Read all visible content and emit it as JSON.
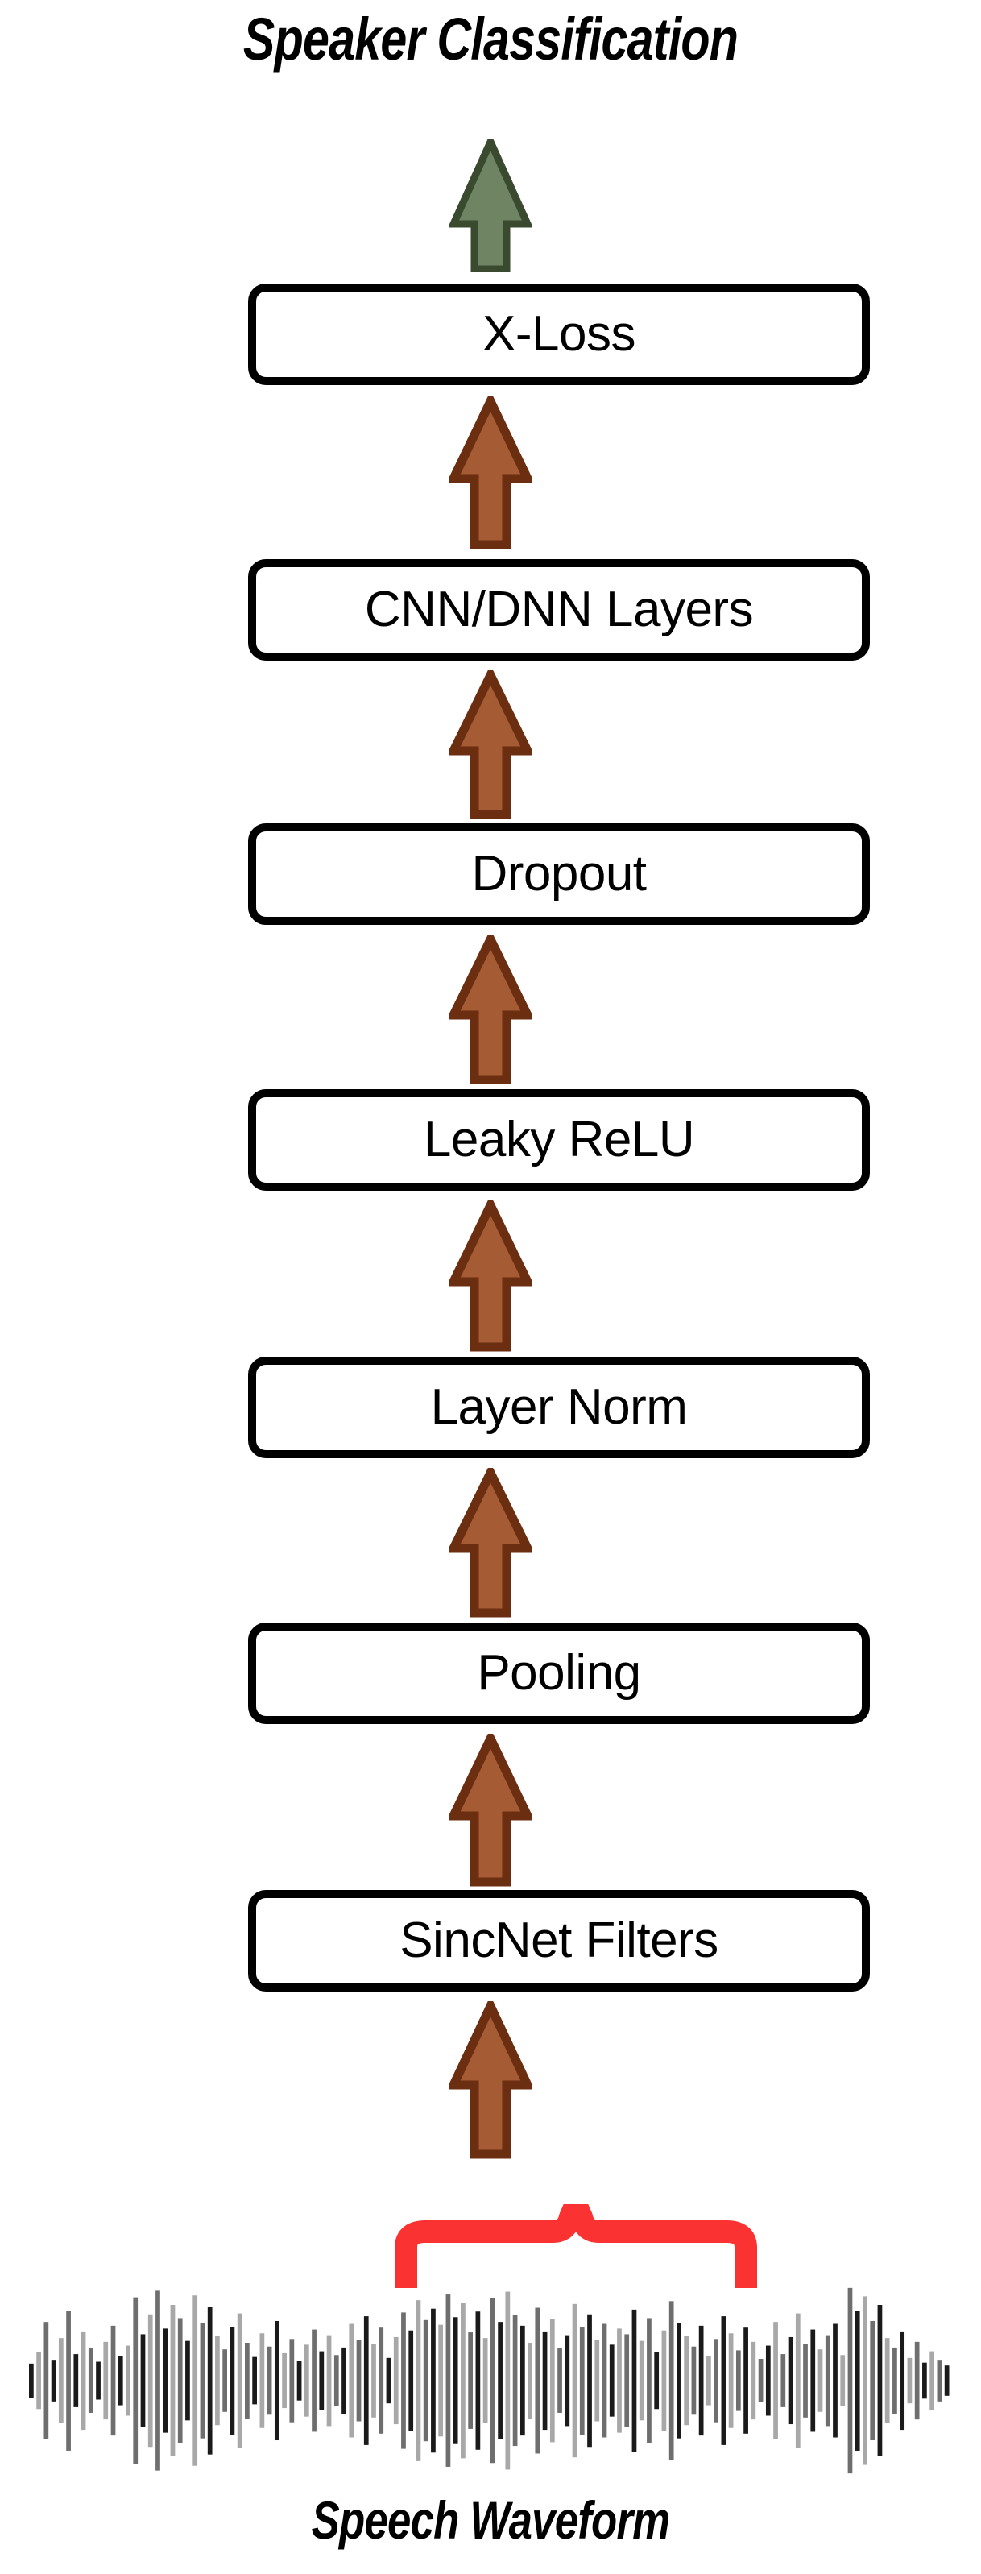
{
  "diagram": {
    "title_top": "Speaker Classification",
    "title_bottom": "Speech Waveform",
    "colors": {
      "box_border": "#000000",
      "box_fill": "#FFFFFF",
      "arrow_brown_fill": "#A55B33",
      "arrow_brown_stroke": "#6B2E10",
      "arrow_green_fill": "#6E8463",
      "arrow_green_stroke": "#3A4A2E",
      "brace_red": "#FA3232",
      "waveform_dark": "#1A1A1A",
      "waveform_mid": "#6E6E6E",
      "waveform_light": "#A8A8A8"
    },
    "stages": [
      {
        "id": "x-loss",
        "label": "X-Loss"
      },
      {
        "id": "cnn-dnn",
        "label": "CNN/DNN Layers"
      },
      {
        "id": "dropout",
        "label": "Dropout"
      },
      {
        "id": "leaky-relu",
        "label": "Leaky ReLU"
      },
      {
        "id": "layer-norm",
        "label": "Layer Norm"
      },
      {
        "id": "pooling",
        "label": "Pooling"
      },
      {
        "id": "sincnet",
        "label": "SincNet Filters"
      }
    ],
    "arrows": [
      {
        "id": "arrow-output",
        "color": "green",
        "from": "x-loss",
        "to": "speaker-classification"
      },
      {
        "id": "arrow-cnn-xloss",
        "color": "brown",
        "from": "cnn-dnn",
        "to": "x-loss"
      },
      {
        "id": "arrow-drop-cnn",
        "color": "brown",
        "from": "dropout",
        "to": "cnn-dnn"
      },
      {
        "id": "arrow-relu-drop",
        "color": "brown",
        "from": "leaky-relu",
        "to": "dropout"
      },
      {
        "id": "arrow-norm-relu",
        "color": "brown",
        "from": "layer-norm",
        "to": "leaky-relu"
      },
      {
        "id": "arrow-pool-norm",
        "color": "brown",
        "from": "pooling",
        "to": "layer-norm"
      },
      {
        "id": "arrow-sinc-pool",
        "color": "brown",
        "from": "sincnet",
        "to": "pooling"
      },
      {
        "id": "arrow-wave-sinc",
        "color": "brown",
        "from": "waveform",
        "to": "sincnet"
      }
    ],
    "brace": {
      "id": "frame-brace",
      "color": "#FA3232",
      "meaning": "selected speech frame window"
    },
    "waveform": {
      "id": "speech-waveform",
      "amplitudes": [
        0.18,
        0.3,
        0.62,
        0.22,
        0.45,
        0.74,
        0.28,
        0.52,
        0.34,
        0.2,
        0.41,
        0.58,
        0.26,
        0.37,
        0.88,
        0.49,
        0.7,
        0.95,
        0.55,
        0.8,
        0.66,
        0.42,
        0.9,
        0.61,
        0.78,
        0.47,
        0.33,
        0.57,
        0.71,
        0.4,
        0.25,
        0.5,
        0.36,
        0.63,
        0.29,
        0.44,
        0.21,
        0.38,
        0.54,
        0.31,
        0.48,
        0.27,
        0.35,
        0.6,
        0.43,
        0.68,
        0.39,
        0.56,
        0.24,
        0.46,
        0.72,
        0.53,
        0.85,
        0.64,
        0.76,
        0.59,
        0.91,
        0.67,
        0.82,
        0.51,
        0.73,
        0.45,
        0.87,
        0.62,
        0.94,
        0.69,
        0.58,
        0.4,
        0.77,
        0.52,
        0.65,
        0.34,
        0.48,
        0.81,
        0.57,
        0.7,
        0.43,
        0.6,
        0.38,
        0.55,
        0.49,
        0.75,
        0.42,
        0.66,
        0.3,
        0.53,
        0.84,
        0.61,
        0.47,
        0.36,
        0.58,
        0.26,
        0.44,
        0.68,
        0.5,
        0.32,
        0.56,
        0.41,
        0.23,
        0.37,
        0.62,
        0.28,
        0.46,
        0.71,
        0.39,
        0.54,
        0.33,
        0.48,
        0.6,
        0.27,
        0.98,
        0.74,
        0.89,
        0.63,
        0.8,
        0.45,
        0.35,
        0.52,
        0.24,
        0.41,
        0.19,
        0.31,
        0.22,
        0.16
      ]
    }
  }
}
